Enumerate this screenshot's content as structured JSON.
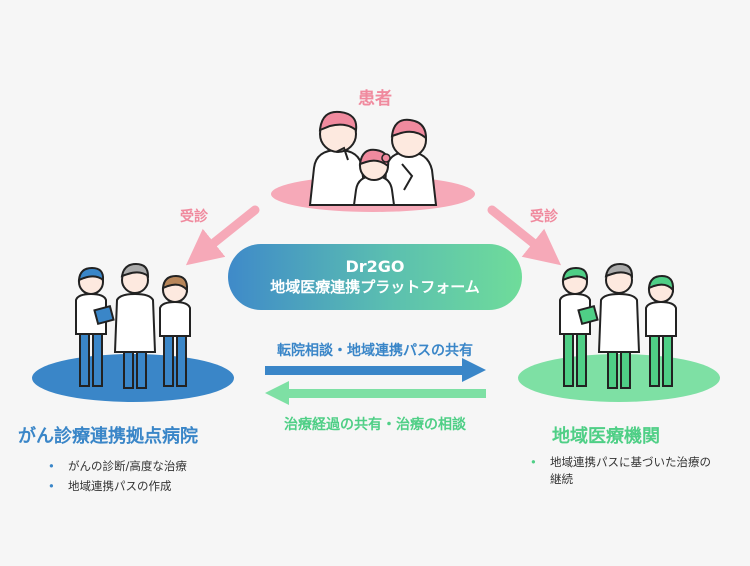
{
  "patient": {
    "label": "患者"
  },
  "visits": {
    "left_label": "受診",
    "right_label": "受診"
  },
  "platform": {
    "line1": "Dr2GO",
    "line2": "地域医療連携プラットフォーム"
  },
  "flows": {
    "to_clinic": "転院相談・地域連携パスの共有",
    "to_hospital": "治療経過の共有・治療の相談"
  },
  "hospital": {
    "title": "がん診療連携拠点病院",
    "bullets": [
      "がんの診断/高度な治療",
      "地域連携パスの作成"
    ]
  },
  "clinic": {
    "title": "地域医療機関",
    "bullets": [
      "地域連携パスに基づいた治療の継続"
    ]
  },
  "colors": {
    "pink": "#f08a9e",
    "pink_light": "#f6a9b8",
    "blue": "#3a86c8",
    "green": "#4fcf86",
    "green_light": "#7ee0a4"
  }
}
